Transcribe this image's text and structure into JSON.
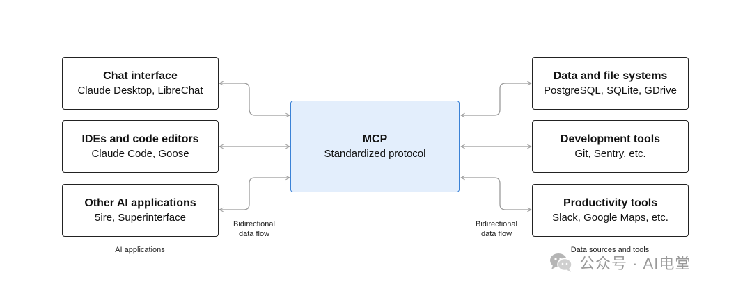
{
  "left_boxes": [
    {
      "title": "Chat interface",
      "subtitle": "Claude Desktop, LibreChat"
    },
    {
      "title": "IDEs and code editors",
      "subtitle": "Claude Code, Goose"
    },
    {
      "title": "Other AI applications",
      "subtitle": "5ire, Superinterface"
    }
  ],
  "center_box": {
    "title": "MCP",
    "subtitle": "Standardized protocol"
  },
  "right_boxes": [
    {
      "title": "Data and file systems",
      "subtitle": "PostgreSQL, SQLite, GDrive"
    },
    {
      "title": "Development tools",
      "subtitle": "Git, Sentry, etc."
    },
    {
      "title": "Productivity tools",
      "subtitle": "Slack, Google Maps, etc."
    }
  ],
  "captions": {
    "flow_left": "Bidirectional\ndata flow",
    "flow_right": "Bidirectional\ndata flow",
    "left_group": "AI applications",
    "right_group": "Data sources and tools"
  },
  "watermark": {
    "text": "公众号 · AI电堂",
    "icon": "wechat-icon"
  },
  "colors": {
    "center_fill": "#e3eefc",
    "center_border": "#3b82d6",
    "arrow": "#9a9a9a",
    "watermark": "#9a9a9a"
  }
}
